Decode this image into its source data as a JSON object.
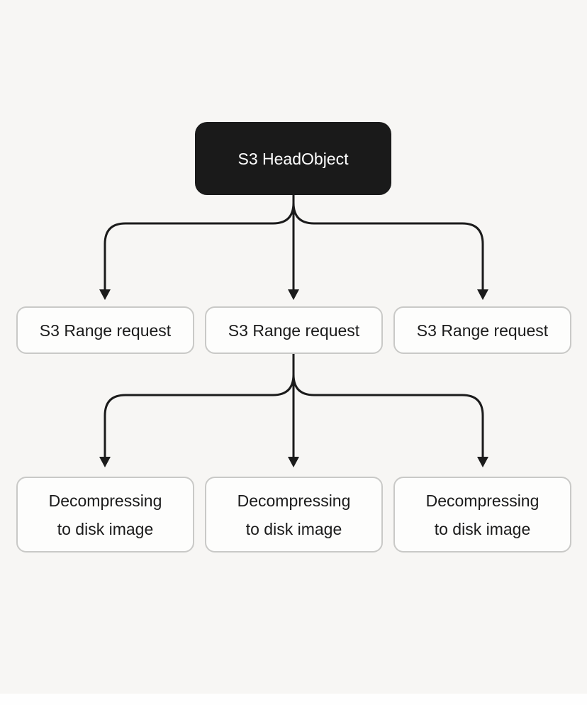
{
  "colors": {
    "bg": "#f7f6f4",
    "node-dark-bg": "#1a1a1a",
    "node-light-bg": "#fdfdfc",
    "node-border": "#c9c9c7",
    "line": "#1b1b1b",
    "text-dark": "#1b1b1b",
    "text-light": "#ffffff",
    "strip": "#fefefe"
  },
  "diagram": {
    "root": {
      "label": "S3 HeadObject"
    },
    "mid": [
      {
        "label": "S3 Range request"
      },
      {
        "label": "S3 Range request"
      },
      {
        "label": "S3 Range request"
      }
    ],
    "bottom": [
      {
        "lines": [
          "Decompressing",
          "to disk image"
        ]
      },
      {
        "lines": [
          "Decompressing",
          "to disk image"
        ]
      },
      {
        "lines": [
          "Decompressing",
          "to disk image"
        ]
      }
    ]
  }
}
